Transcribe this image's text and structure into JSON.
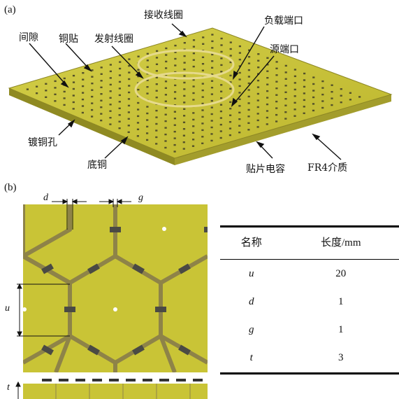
{
  "panel_a": {
    "tag": "(a)",
    "labels": {
      "gap": "间隙",
      "copper_patch": "铜贴",
      "tx_coil": "发射线圈",
      "rx_coil": "接收线圈",
      "load_port": "负载端口",
      "source_port": "源端口",
      "plated_hole": "镀铜孔",
      "bottom_copper": "底铜",
      "chip_capacitor": "贴片电容",
      "fr4": "FR4介质"
    }
  },
  "panel_b": {
    "tag": "(b)",
    "dim_d": "d",
    "dim_g": "g",
    "dim_u": "u",
    "dim_t": "t"
  },
  "table": {
    "headers": [
      "名称",
      "长度/mm"
    ],
    "rows": [
      [
        "u",
        "20"
      ],
      [
        "d",
        "1"
      ],
      [
        "g",
        "1"
      ],
      [
        "t",
        "3"
      ]
    ]
  },
  "colors": {
    "board_top": "#c9c436",
    "board_side": "#9a9428",
    "trace": "#8e8348",
    "capacitor": "#4a4a44",
    "coil": "#e0d486"
  }
}
